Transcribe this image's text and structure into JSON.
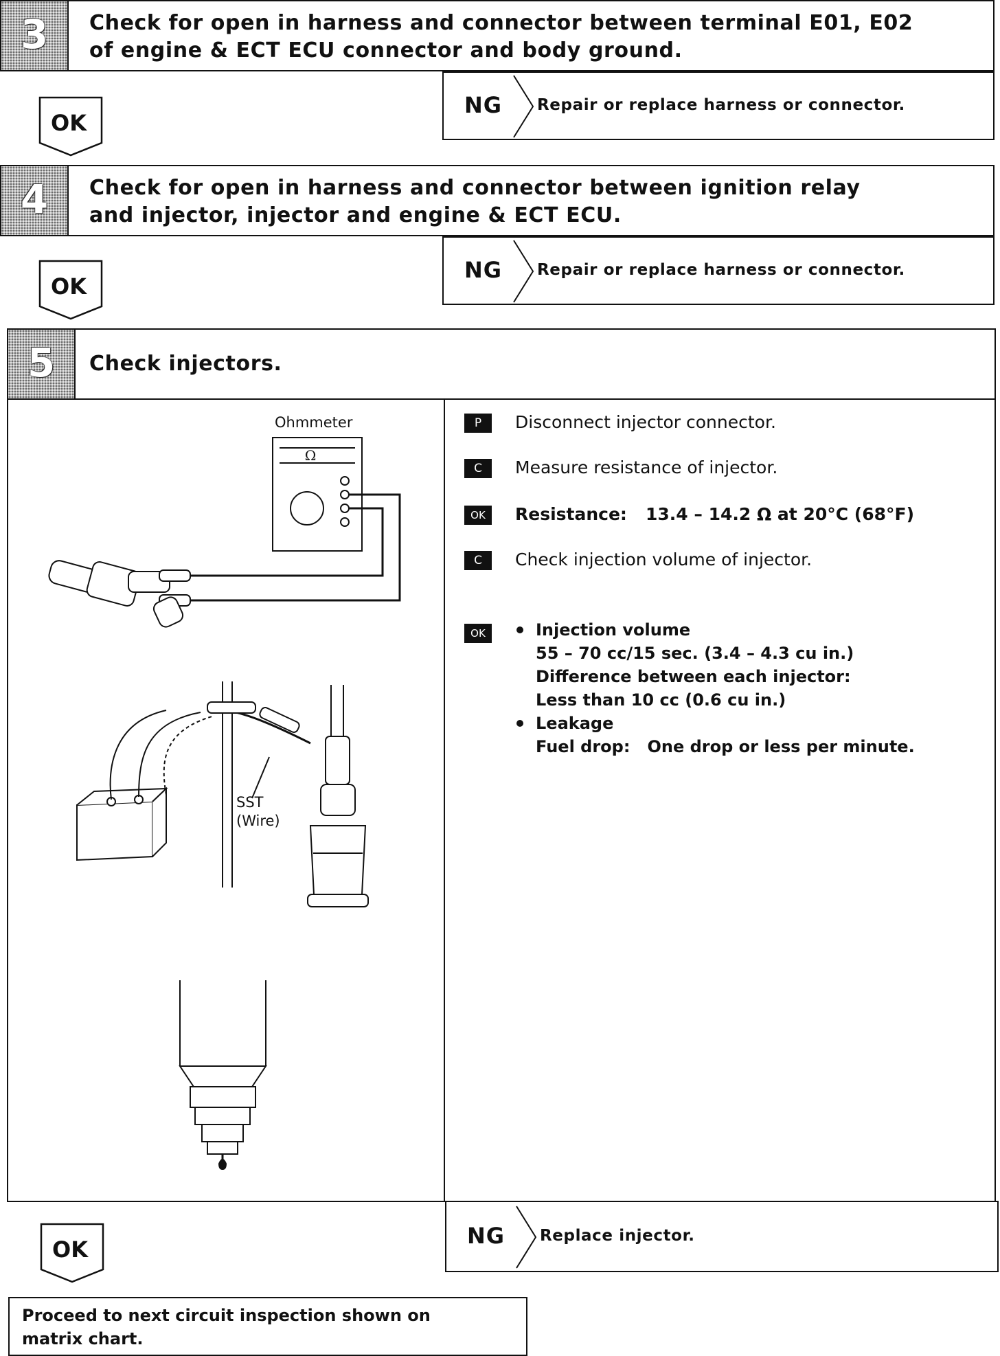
{
  "steps": [
    {
      "number": "3",
      "title_lines": [
        "Check for open in harness and connector between terminal E01, E02",
        "of engine & ECT ECU connector and body ground."
      ],
      "ok_label": "OK",
      "ng_label": "NG",
      "ng_action": "Repair or replace harness or connector."
    },
    {
      "number": "4",
      "title_lines": [
        "Check for open in harness and connector between ignition relay",
        "and injector, injector and engine & ECT ECU."
      ],
      "ok_label": "OK",
      "ng_label": "NG",
      "ng_action": "Repair or replace harness or connector."
    },
    {
      "number": "5",
      "title_lines": [
        "Check injectors."
      ],
      "ok_label": "OK",
      "ng_label": "NG",
      "ng_action": "Replace injector."
    }
  ],
  "illustration": {
    "ohmmeter_label": "Ohmmeter",
    "ohm_symbol": "Ω",
    "sst_label_1": "SST",
    "sst_label_2": "(Wire)"
  },
  "instructions": [
    {
      "badge": "P",
      "text": "Disconnect injector connector."
    },
    {
      "badge": "C",
      "text": "Measure resistance of injector."
    },
    {
      "badge": "OK",
      "label": "Resistance:",
      "value": "13.4 – 14.2 Ω at 20°C (68°F)"
    },
    {
      "badge": "C",
      "text": "Check injection volume of injector."
    },
    {
      "badge": "OK",
      "lines": [
        "Injection volume",
        "55 – 70 cc/15 sec. (3.4 – 4.3 cu in.)",
        "Difference between each injector:",
        "Less than 10 cc (0.6 cu in.)",
        "Leakage",
        "Fuel drop:   One drop or less per minute."
      ]
    }
  ],
  "final_text_lines": [
    "Proceed to next circuit inspection shown on",
    "matrix chart."
  ]
}
